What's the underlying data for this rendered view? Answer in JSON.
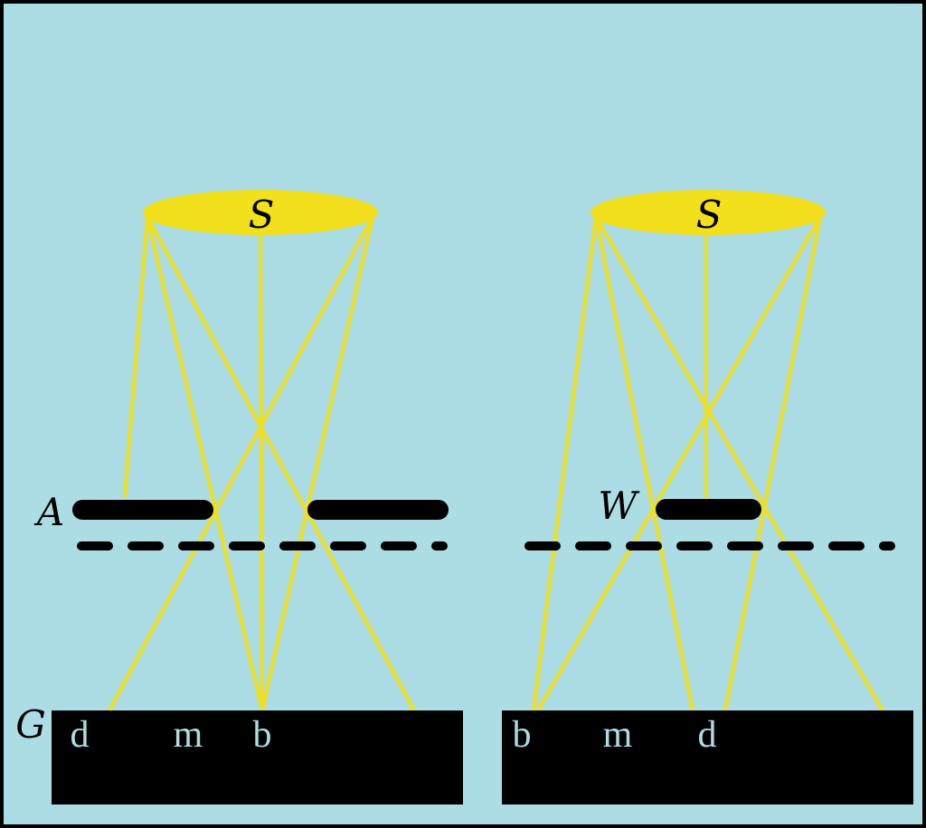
{
  "colors": {
    "background": "#acdde4",
    "frame": "#000000",
    "source": "#f2e01d",
    "ray": "#f2e01d",
    "obstacle": "#000000",
    "screen": "#000000",
    "screen_label": "#acdde4"
  },
  "left_panel": {
    "source_label": "S",
    "obstacle_label": "A",
    "screen_label": "G",
    "screen_marks": [
      "d",
      "m",
      "b"
    ]
  },
  "right_panel": {
    "source_label": "S",
    "obstacle_label": "W",
    "screen_marks": [
      "b",
      "m",
      "d"
    ]
  }
}
